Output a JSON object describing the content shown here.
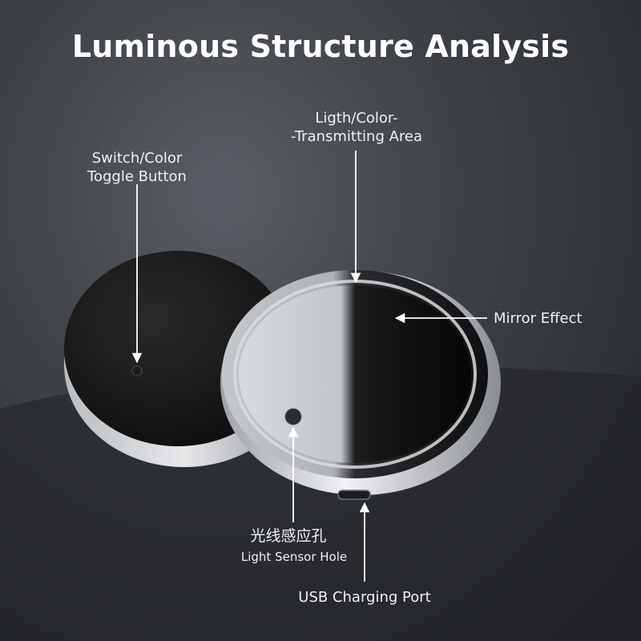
{
  "title": "Luminous Structure Analysis",
  "labels": {
    "transmitting_line1": "Ligth/Color-",
    "transmitting_line2": "-Transmitting Area",
    "switch_line1": "Switch/Color",
    "switch_line2": "Toggle Button",
    "mirror": "Mirror Effect",
    "sensor_zh": "光线感应孔",
    "sensor_en": "Light Sensor Hole",
    "usb": "USB Charging Port"
  },
  "colors": {
    "background_dark": "#232528",
    "background_light": "#5a5d63",
    "text": "#ffffff",
    "device_silver": "#c9ccd0",
    "device_black": "#121212"
  }
}
